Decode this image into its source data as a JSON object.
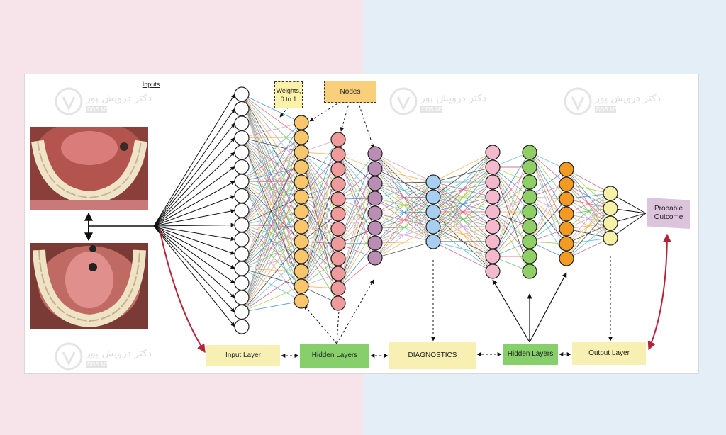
{
  "diagram": {
    "inputs_title": "Inputs",
    "weights_label": "Weights, 0 to 1",
    "nodes_label": "Nodes",
    "outcome_label": "Probable Outcome",
    "bottom_boxes": {
      "input_layer": "Input Layer",
      "hidden_layers_1": "Hidden Layers",
      "diagnostics": "DIAGNOSTICS",
      "hidden_layers_2": "Hidden Layers",
      "output_layer": "Output Layer"
    }
  },
  "watermark": {
    "brand_text": "دکتر درویش پور",
    "sub_text": "DDS MS"
  },
  "colors": {
    "input_nodes": "#ffffff",
    "layer_1": "#f9c66b",
    "layer_2": "#f09b9b",
    "layer_3": "#b98db4",
    "diagnostics": "#a9cff0",
    "layer_5": "#f4b9cc",
    "layer_6": "#8fcf66",
    "layer_7": "#f39a22",
    "output": "#f7f1a8",
    "red_arrow": "#b3243a"
  }
}
